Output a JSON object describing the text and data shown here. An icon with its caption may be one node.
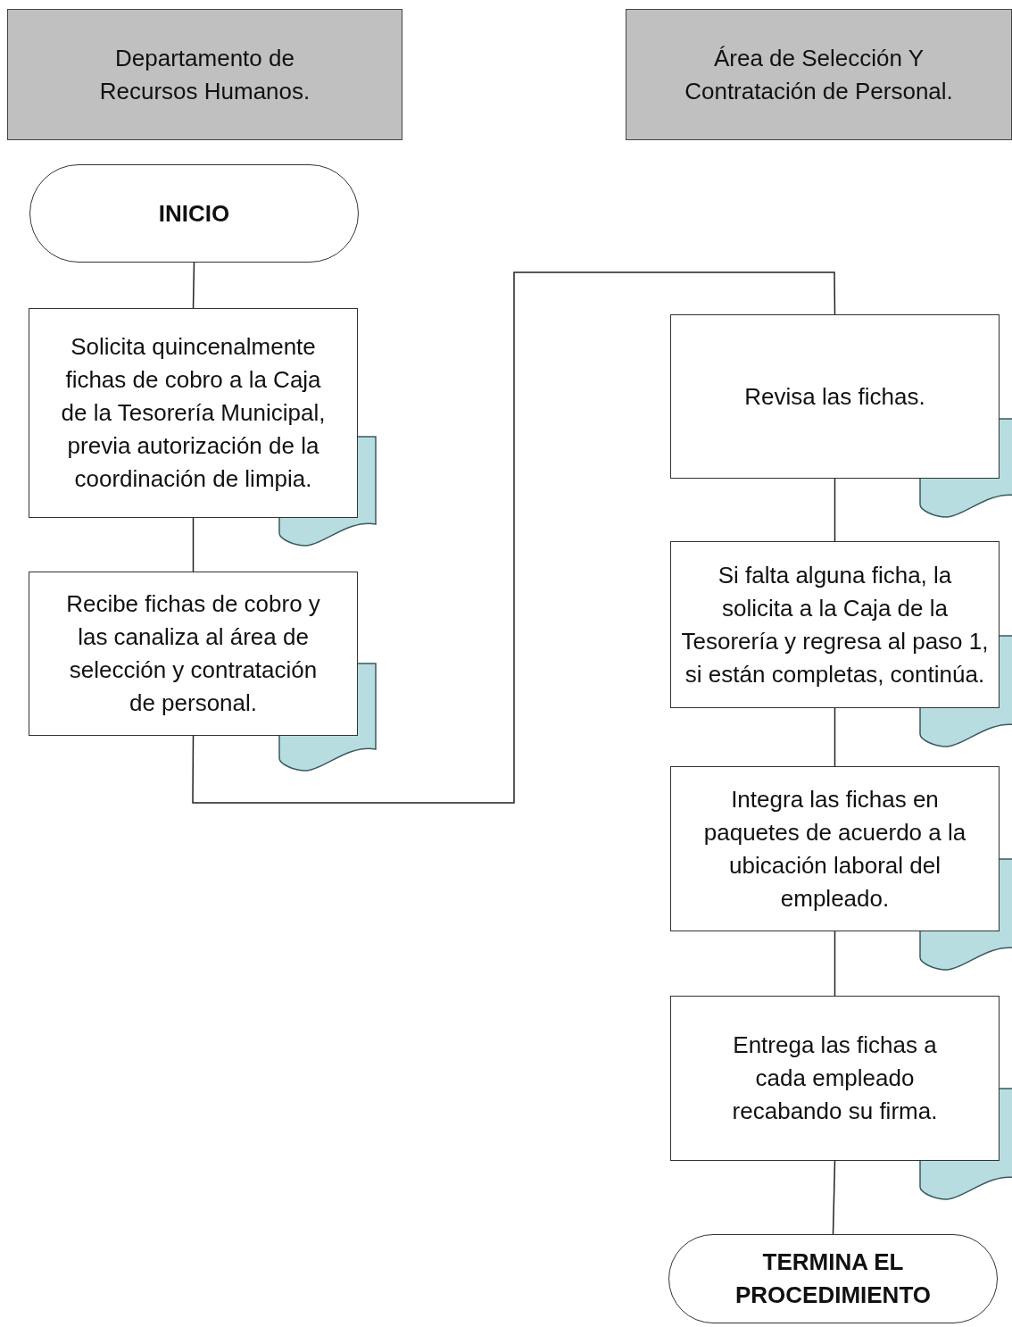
{
  "diagram": {
    "nodes": [
      {
        "text": [
          "Departamento de Recursos Humanos."
        ]
      },
      {
        "text": [
          "Área de Selección Y Contratación de Personal."
        ]
      },
      {
        "text": [
          "INICIO"
        ]
      },
      {
        "text": [
          "Solicita quincenalmente fichas de cobro a la Caja de la Tesorería Municipal, previa autorización de la coordinación de limpia."
        ]
      },
      {
        "text": [
          "Recibe fichas de cobro y las canaliza al área de selección y contratación de personal."
        ]
      },
      {
        "text": [
          "Revisa las fichas."
        ]
      },
      {
        "text": [
          "Si falta alguna ficha, la solicita a la Caja de la Tesorería y regresa al paso 1, si están completas, continúa."
        ]
      },
      {
        "text": [
          "Integra las fichas en paquetes de acuerdo a la ubicación laboral del empleado."
        ]
      },
      {
        "text": [
          "Entrega las fichas a cada empleado recabando su firma."
        ]
      },
      {
        "text": [
          "TERMINA EL PROCEDIMIENTO"
        ]
      },
      {
        "text": [],
        "shape": "document"
      },
      {
        "text": [],
        "shape": "document"
      },
      {
        "text": [],
        "shape": "document"
      },
      {
        "text": [],
        "shape": "document"
      },
      {
        "text": [],
        "shape": "document"
      },
      {
        "text": [],
        "shape": "document"
      }
    ],
    "edges": [
      {
        "from": 2,
        "to": 3,
        "arrow": "none"
      },
      {
        "from": 3,
        "to": 4,
        "arrow": "none"
      },
      {
        "from": 4,
        "to": 5,
        "arrow": "none"
      },
      {
        "from": 5,
        "to": 6,
        "arrow": "none"
      },
      {
        "from": 6,
        "to": 7,
        "arrow": "none"
      },
      {
        "from": 7,
        "to": 8,
        "arrow": "none"
      },
      {
        "from": 8,
        "to": 9,
        "arrow": "none"
      }
    ]
  }
}
